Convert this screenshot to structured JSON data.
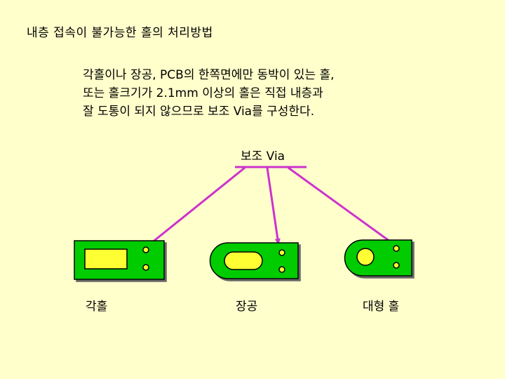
{
  "title": "내층 접속이 불가능한 홀의 처리방법",
  "body_lines": [
    "각홀이나 장공, PCB의 한쪽면에만 동박이 있는 홀,",
    "또는 홀크기가 2.1mm 이상의 홀은 직접 내층과",
    "잘 도통이 되지 않으므로 보조 Via를 구성한다."
  ],
  "via_label": "보조 Via",
  "captions": [
    "각홀",
    "장공",
    "대형 홀"
  ],
  "colors": {
    "background": "#ffffcc",
    "board": "#00cc00",
    "hole": "#ffff33",
    "arrow": "#cc33cc"
  }
}
